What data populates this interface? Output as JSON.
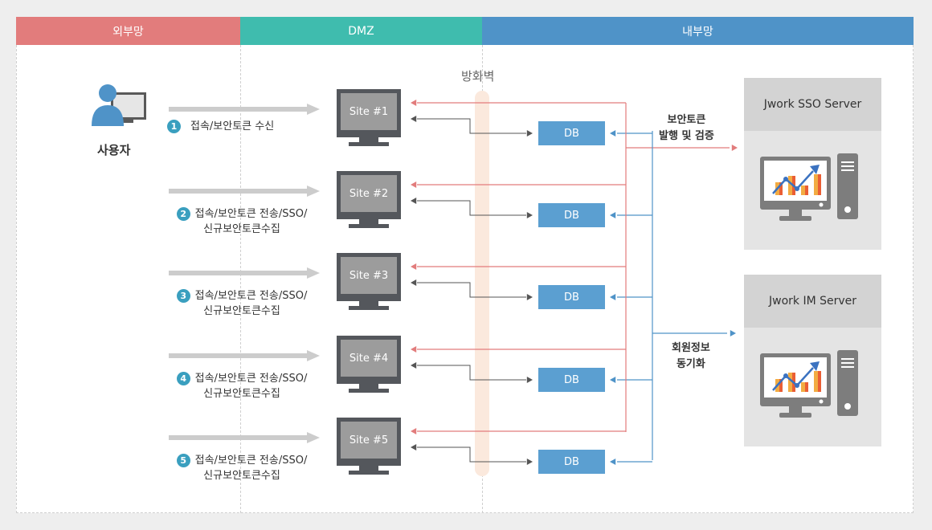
{
  "zones": {
    "external": "외부망",
    "dmz": "DMZ",
    "internal": "내부망"
  },
  "colors": {
    "external": "#e27c7c",
    "dmz": "#3fbcae",
    "internal": "#4f93c8",
    "token_line": "#e27c7c",
    "sync_line": "#4f93c8",
    "db_line": "#555555",
    "firewall": "#fbe9dd"
  },
  "user": {
    "label": "사용자",
    "icon": "user-computer-icon"
  },
  "firewall": {
    "label": "방화벽"
  },
  "steps": [
    {
      "num": "1",
      "line1": "접속/보안토큰 수신",
      "line2": ""
    },
    {
      "num": "2",
      "line1": "접속/보안토큰 전송/SSO/",
      "line2": "신규보안토큰수집"
    },
    {
      "num": "3",
      "line1": "접속/보안토큰 전송/SSO/",
      "line2": "신규보안토큰수집"
    },
    {
      "num": "4",
      "line1": "접속/보안토큰 전송/SSO/",
      "line2": "신규보안토큰수집"
    },
    {
      "num": "5",
      "line1": "접속/보안토큰 전송/SSO/",
      "line2": "신규보안토큰수집"
    }
  ],
  "sites": [
    {
      "label": "Site #1"
    },
    {
      "label": "Site #2"
    },
    {
      "label": "Site #3"
    },
    {
      "label": "Site #4"
    },
    {
      "label": "Site #5"
    }
  ],
  "dbs": [
    {
      "label": "DB"
    },
    {
      "label": "DB"
    },
    {
      "label": "DB"
    },
    {
      "label": "DB"
    },
    {
      "label": "DB"
    }
  ],
  "token_label": {
    "line1": "보안토큰",
    "line2": "발행 및 검증"
  },
  "sync_label": {
    "line1": "회원정보",
    "line2": "동기화"
  },
  "servers": [
    {
      "title": "Jwork SSO Server",
      "icon": "server-analytics-icon"
    },
    {
      "title": "Jwork IM Server",
      "icon": "server-analytics-icon"
    }
  ]
}
